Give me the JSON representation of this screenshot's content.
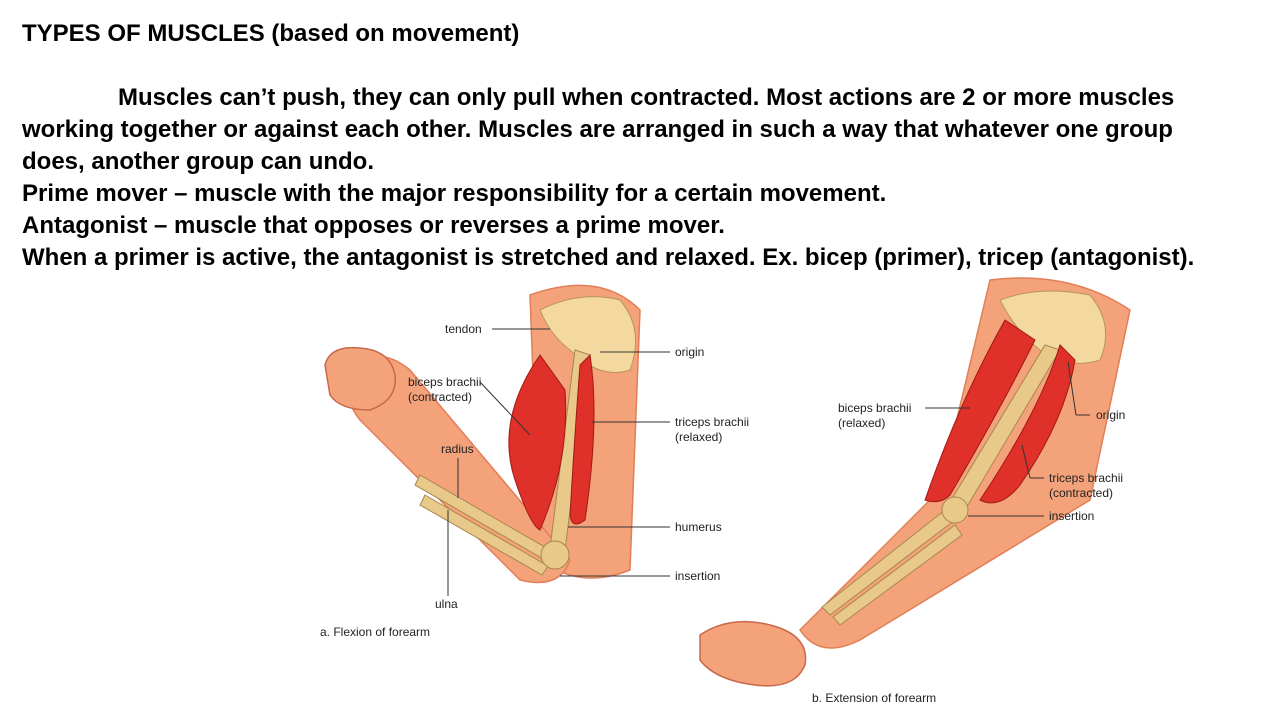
{
  "slide": {
    "title_main": "TYPES OF MUSCLES",
    "title_paren": "(based on movement)",
    "paragraphs": [
      "Muscles can’t push, they can only pull when contracted.  Most actions are 2 or more muscles working together or against each other.  Muscles are arranged in such a way that whatever one group does, another group can undo.",
      "Prime mover – muscle with the major responsibility for a certain movement.",
      "Antagonist – muscle that opposes or reverses a prime mover.",
      "When a primer is active, the antagonist is stretched and relaxed.  Ex. bicep (primer), tricep (antagonist)."
    ]
  },
  "figure_a": {
    "caption": "a. Flexion of forearm",
    "labels": {
      "tendon": "tendon",
      "biceps_1": "biceps brachii",
      "biceps_2": "(contracted)",
      "radius": "radius",
      "ulna": "ulna",
      "origin": "origin",
      "triceps_1": "triceps brachii",
      "triceps_2": "(relaxed)",
      "humerus": "humerus",
      "insertion": "insertion"
    }
  },
  "figure_b": {
    "caption": "b. Extension of forearm",
    "labels": {
      "biceps_1": "biceps brachii",
      "biceps_2": "(relaxed)",
      "origin": "origin",
      "triceps_1": "triceps brachii",
      "triceps_2": "(contracted)",
      "insertion": "insertion"
    }
  },
  "colors": {
    "skin": "#f4a27a",
    "skin_dark": "#e07f58",
    "muscle": "#e0302a",
    "bone": "#e8c98a"
  }
}
